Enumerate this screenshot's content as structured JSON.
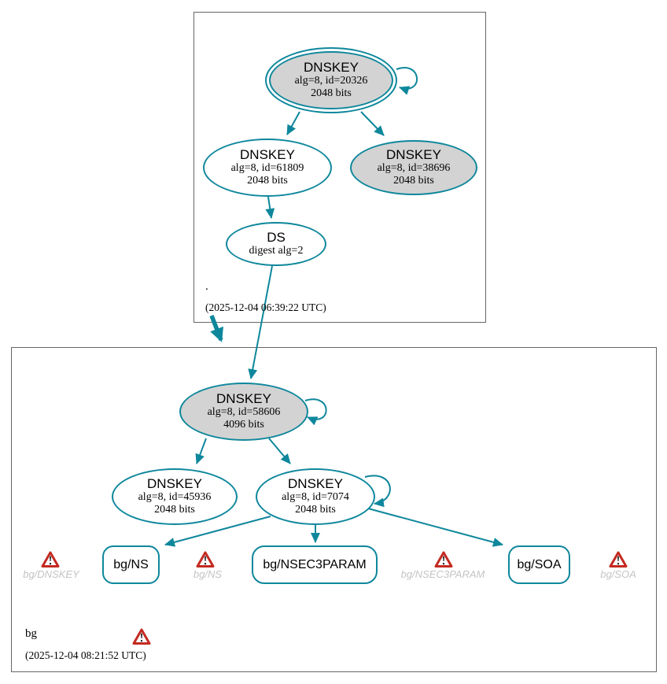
{
  "colors": {
    "edge_teal": "#0e879c",
    "sep_key_fill": "#d3d3d3",
    "node_fill": "#ffffff",
    "warning_red": "#c32a21",
    "missing_text_gray": "#c4c4c4",
    "zone_box_border": "#666666"
  },
  "icons": {
    "warning": "warning-triangle-exclamation"
  },
  "parent_zone": {
    "label": ".",
    "timestamp": "(2025-12-04 06:39:22 UTC)",
    "ksk": {
      "title": "DNSKEY",
      "alg": "alg=8, id=20326",
      "bits": "2048 bits"
    },
    "zsk": {
      "title": "DNSKEY",
      "alg": "alg=8, id=61809",
      "bits": "2048 bits"
    },
    "zsk2": {
      "title": "DNSKEY",
      "alg": "alg=8, id=38696",
      "bits": "2048 bits"
    },
    "ds": {
      "title": "DS",
      "alg": "digest alg=2"
    }
  },
  "child_zone": {
    "label": "bg",
    "timestamp": "(2025-12-04 08:21:52 UTC)",
    "ksk": {
      "title": "DNSKEY",
      "alg": "alg=8, id=58606",
      "bits": "4096 bits"
    },
    "zsk_left": {
      "title": "DNSKEY",
      "alg": "alg=8, id=45936",
      "bits": "2048 bits"
    },
    "zsk_right": {
      "title": "DNSKEY",
      "alg": "alg=8, id=7074",
      "bits": "2048 bits"
    },
    "rrsets": {
      "ns": "bg/NS",
      "nsec3param": "bg/NSEC3PARAM",
      "soa": "bg/SOA"
    },
    "missing": {
      "dnskey": "bg/DNSKEY",
      "ns": "bg/NS",
      "nsec3param": "bg/NSEC3PARAM",
      "soa": "bg/SOA"
    }
  }
}
